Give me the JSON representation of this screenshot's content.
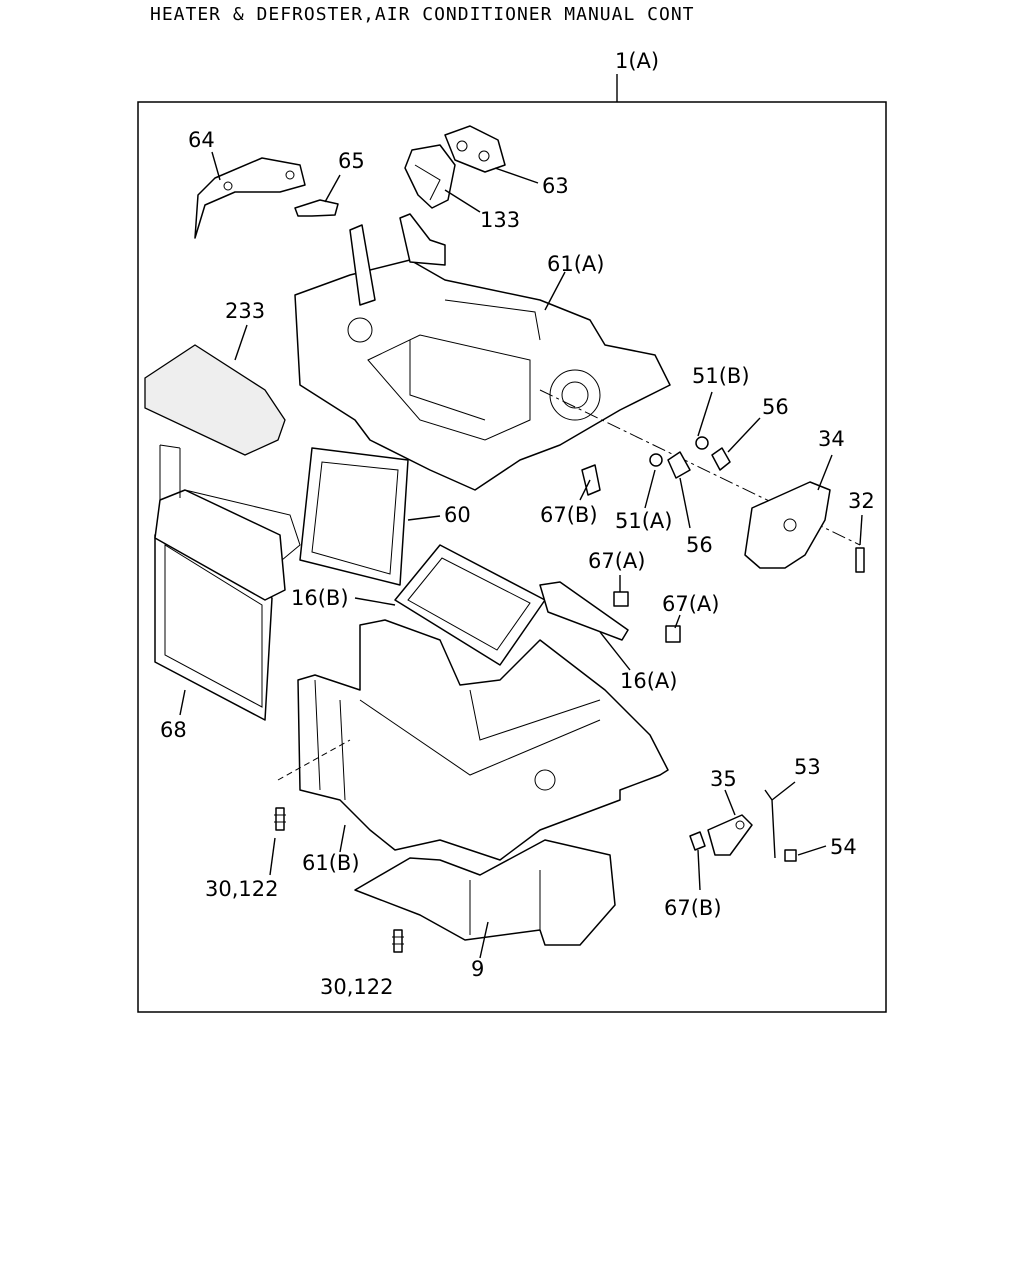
{
  "title": "HEATER & DEFROSTER,AIR CONDITIONER MANUAL CONT",
  "labels": {
    "l_1a": "1(A)",
    "l_64": "64",
    "l_65": "65",
    "l_63": "63",
    "l_133": "133",
    "l_61a": "61(A)",
    "l_233": "233",
    "l_51b": "51(B)",
    "l_56a": "56",
    "l_34": "34",
    "l_32": "32",
    "l_60": "60",
    "l_67b_top": "67(B)",
    "l_51a": "51(A)",
    "l_56b": "56",
    "l_67a_1": "67(A)",
    "l_67a_2": "67(A)",
    "l_16b": "16(B)",
    "l_16a": "16(A)",
    "l_68": "68",
    "l_35": "35",
    "l_53": "53",
    "l_54": "54",
    "l_67b_bot": "67(B)",
    "l_30122_a": "30,122",
    "l_61b": "61(B)",
    "l_30122_b": "30,122",
    "l_9": "9"
  }
}
